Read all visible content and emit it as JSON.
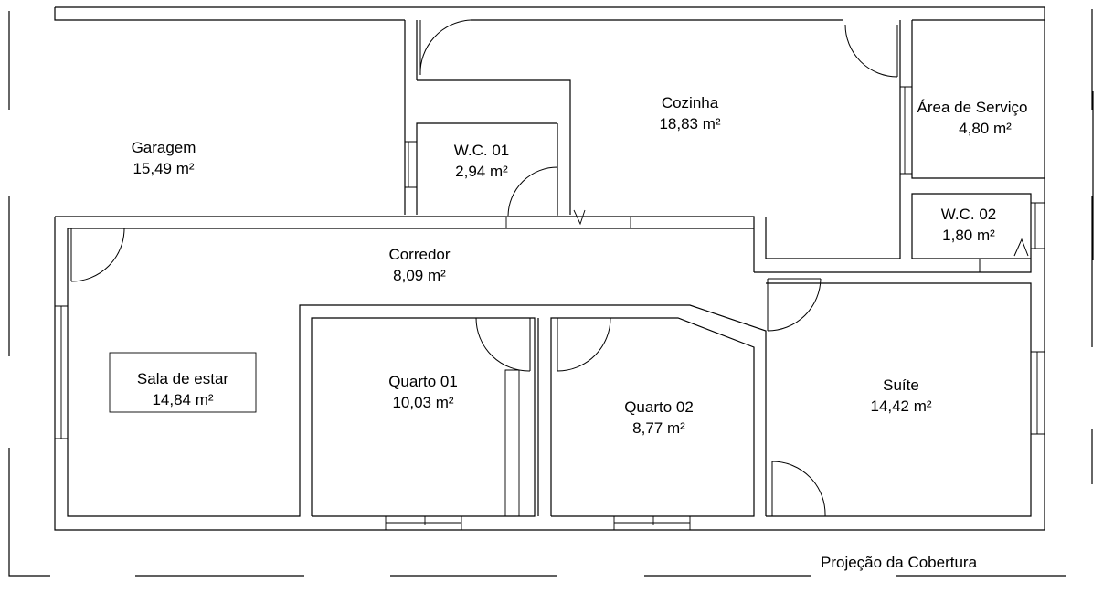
{
  "rooms": [
    {
      "id": "garagem",
      "name": "Garagem",
      "area": "15,49 m²"
    },
    {
      "id": "wc01",
      "name": "W.C. 01",
      "area": "2,94 m²"
    },
    {
      "id": "cozinha",
      "name": "Cozinha",
      "area": "18,83 m²"
    },
    {
      "id": "area-servico",
      "name": "Área de Serviço",
      "area": "4,80 m²"
    },
    {
      "id": "wc02",
      "name": "W.C. 02",
      "area": "1,80 m²"
    },
    {
      "id": "corredor",
      "name": "Corredor",
      "area": "8,09 m²"
    },
    {
      "id": "sala-estar",
      "name": "Sala de estar",
      "area": "14,84 m²"
    },
    {
      "id": "quarto01",
      "name": "Quarto 01",
      "area": "10,03 m²"
    },
    {
      "id": "quarto02",
      "name": "Quarto 02",
      "area": "8,77 m²"
    },
    {
      "id": "suite",
      "name": "Suíte",
      "area": "14,42 m²"
    }
  ],
  "notes": {
    "roof_projection": "Projeção da Cobertura"
  }
}
